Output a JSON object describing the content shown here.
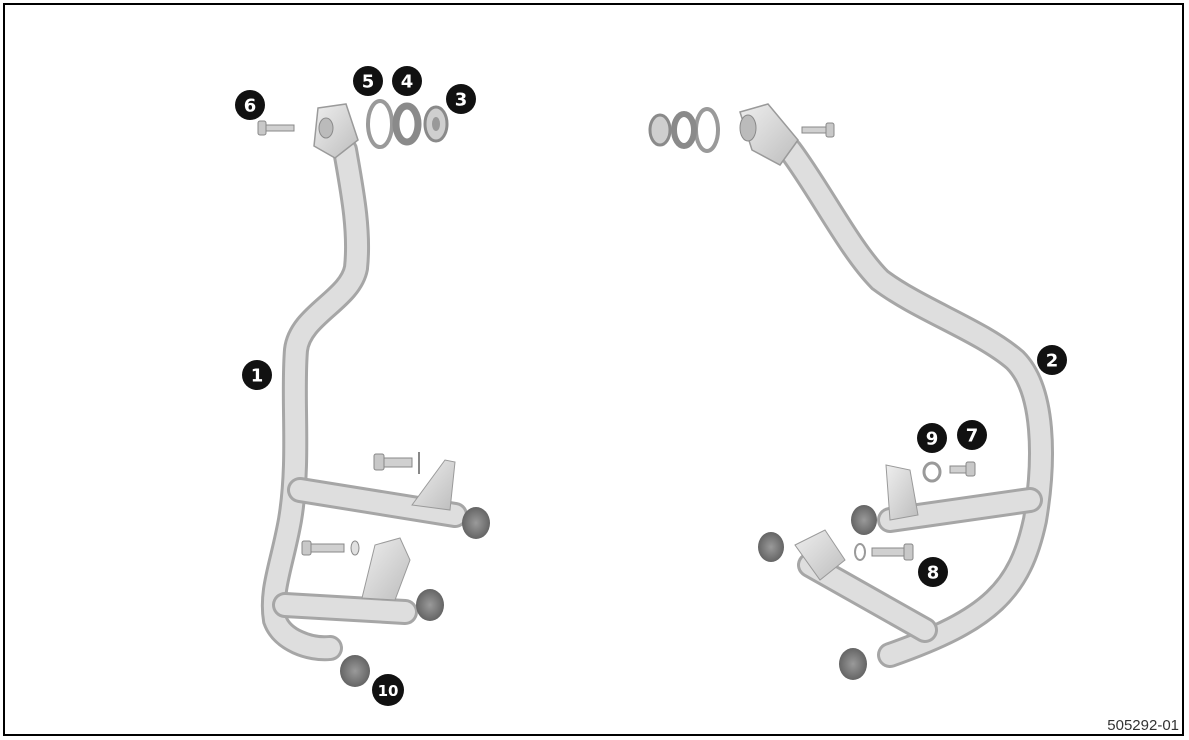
{
  "figure": {
    "part_number": "505292-01",
    "colors": {
      "tube_fill": "#dcdcdc",
      "tube_outline": "#a9a9a9",
      "callout": "#111111",
      "callout_text": "#ffffff"
    }
  },
  "callouts": [
    {
      "id": "1",
      "label": "1"
    },
    {
      "id": "2",
      "label": "2"
    },
    {
      "id": "3",
      "label": "3"
    },
    {
      "id": "4",
      "label": "4"
    },
    {
      "id": "5",
      "label": "5"
    },
    {
      "id": "6",
      "label": "6"
    },
    {
      "id": "7",
      "label": "7"
    },
    {
      "id": "8",
      "label": "8"
    },
    {
      "id": "9",
      "label": "9"
    },
    {
      "id": "10",
      "label": "10"
    }
  ]
}
